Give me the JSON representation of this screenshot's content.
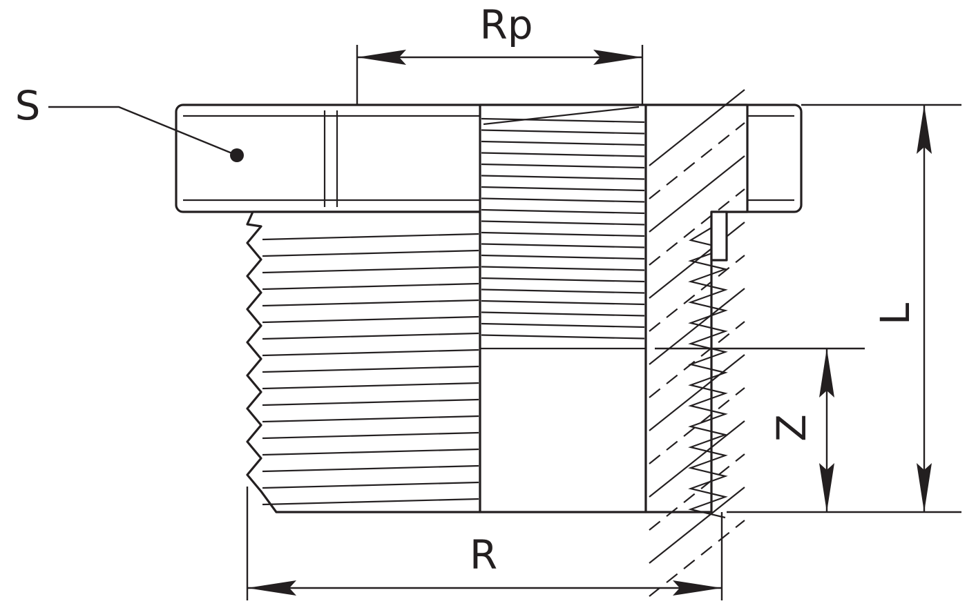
{
  "labels": {
    "rp": "Rp",
    "s": "S",
    "l": "L",
    "z": "Z",
    "r": "R"
  },
  "colors": {
    "line": "#231f20",
    "background": "#ffffff"
  }
}
